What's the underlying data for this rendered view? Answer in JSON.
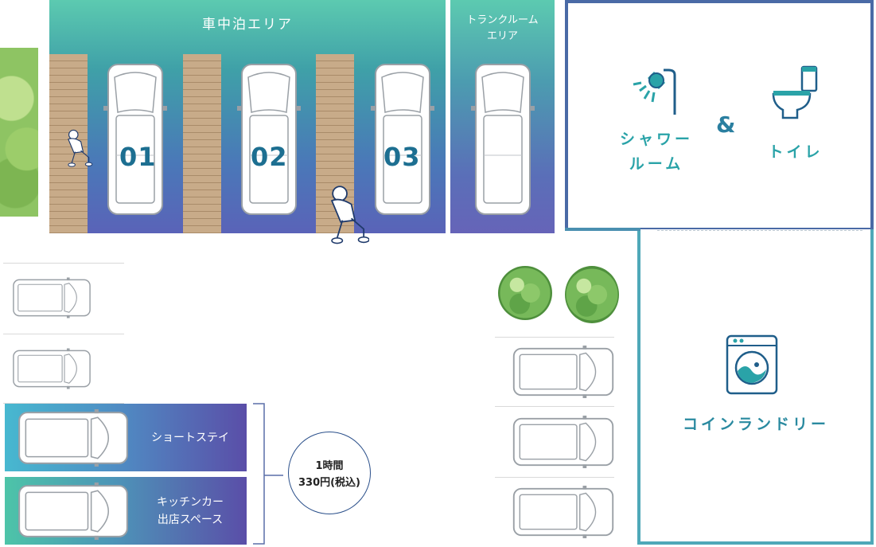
{
  "zones": {
    "car_stay": "車中泊エリア",
    "trunk_room": [
      "トランクルーム",
      "エリア"
    ],
    "spots": [
      "01",
      "02",
      "03"
    ]
  },
  "facilities": {
    "shower": [
      "シャワー",
      "ルーム"
    ],
    "ampersand": "&",
    "toilet": "トイレ",
    "laundry": "コインランドリー"
  },
  "strips": {
    "short_stay": "ショートステイ",
    "kitchen_car": [
      "キッチンカー",
      "出店スペース"
    ]
  },
  "price": {
    "line1": "1時間",
    "line2": "330円(税込)"
  },
  "colors": {
    "teal": "#3aa8a8",
    "navy": "#1d6f91",
    "facility_border": "#4a6aa6",
    "laundry_border": "#4fa8b8"
  }
}
